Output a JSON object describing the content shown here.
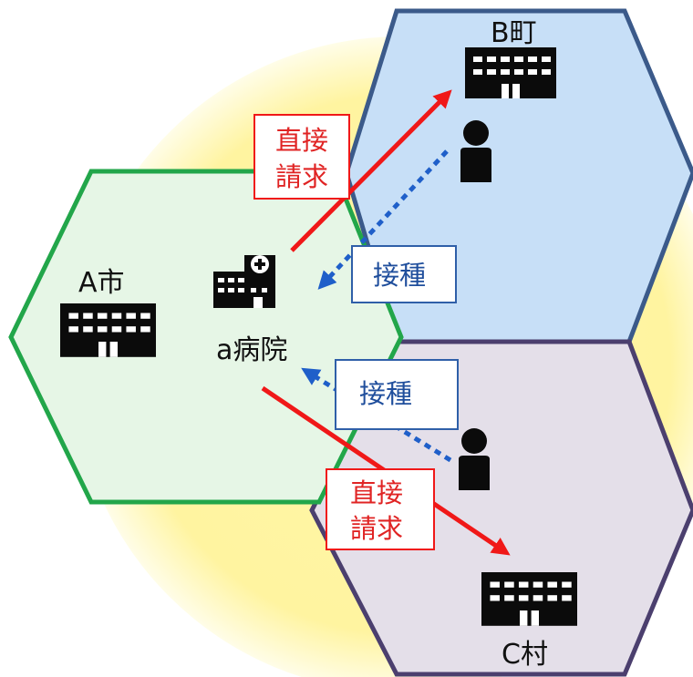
{
  "regions": {
    "a_city": {
      "label": "A市",
      "fill": "#e6f6e6",
      "stroke": "#22a64a"
    },
    "b_town": {
      "label": "B町",
      "fill": "#c7dff7",
      "stroke": "#3b5a8a"
    },
    "c_village": {
      "label": "C村",
      "fill": "#e4dfe9",
      "stroke": "#4b3f6e"
    }
  },
  "hospital": {
    "label": "a病院"
  },
  "flows": {
    "b_vaccination": {
      "label": "接種",
      "color": "#1f5fc9"
    },
    "b_direct_claim": {
      "line1": "直接",
      "line2": "請求",
      "color": "#f01818"
    },
    "c_vaccination": {
      "label": "接種",
      "color": "#1f5fc9"
    },
    "c_direct_claim": {
      "line1": "直接",
      "line2": "請求",
      "color": "#f01818"
    }
  },
  "background_glow": "#fff7a8"
}
